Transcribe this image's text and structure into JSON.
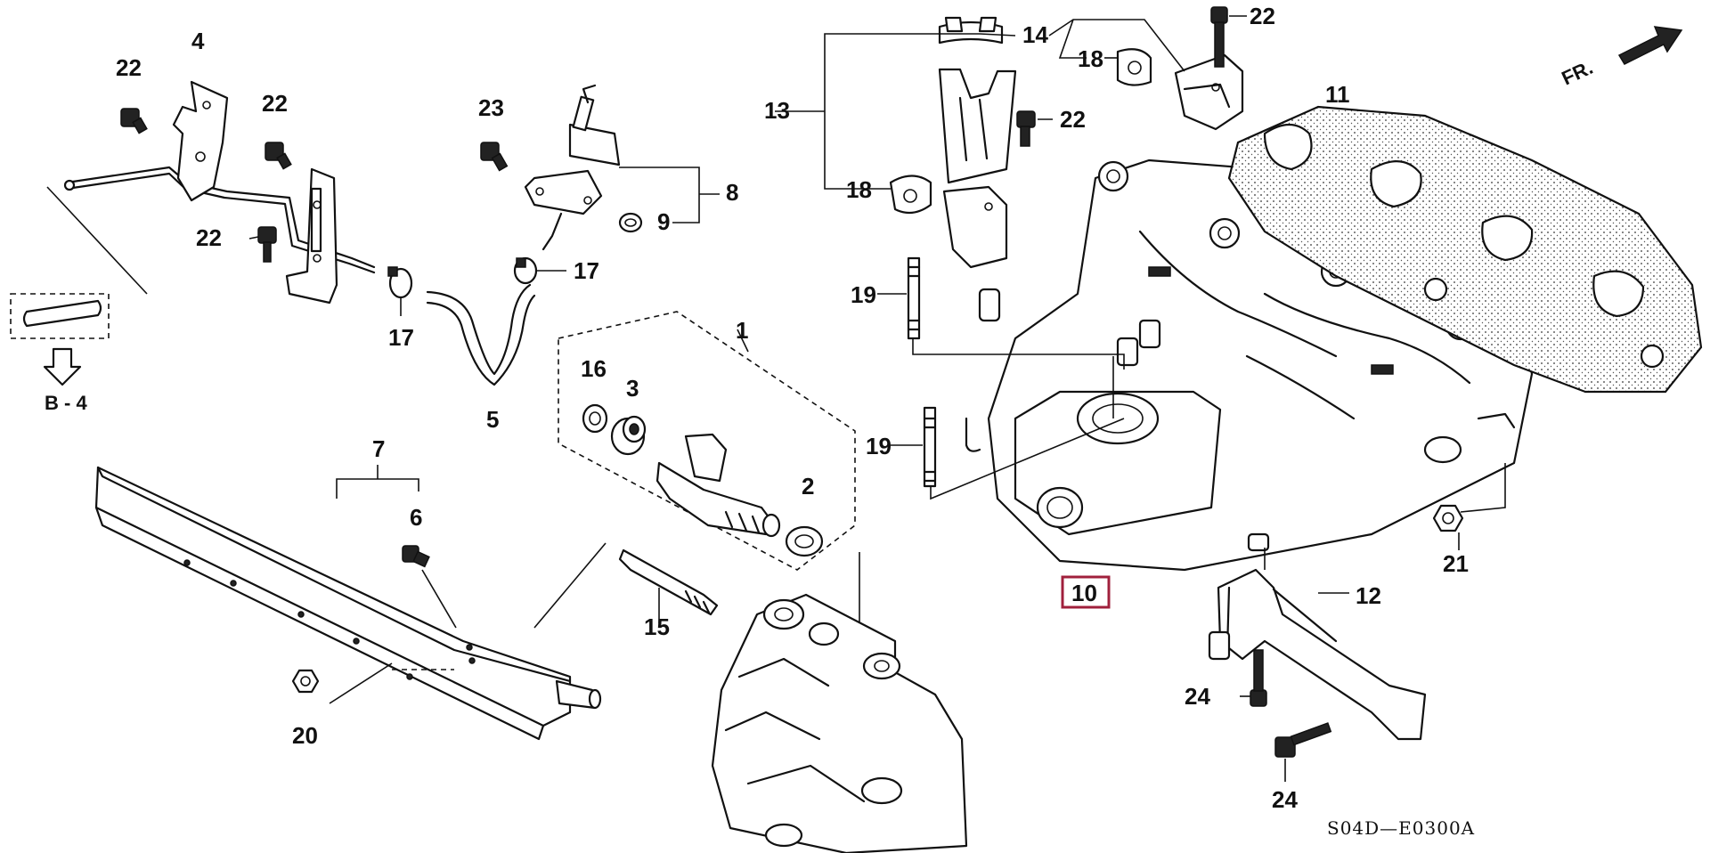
{
  "diagram": {
    "labels": {
      "n1": "1",
      "n2": "2",
      "n3": "3",
      "n4": "4",
      "n5": "5",
      "n6": "6",
      "n7": "7",
      "n8": "8",
      "n9": "9",
      "n10": "10",
      "n11": "11",
      "n12": "12",
      "n13": "13",
      "n14": "14",
      "n15": "15",
      "n16": "16",
      "n17a": "17",
      "n17b": "17",
      "n18a": "18",
      "n18b": "18",
      "n19a": "19",
      "n19b": "19",
      "n20": "20",
      "n21": "21",
      "n22a": "22",
      "n22b": "22",
      "n22c": "22",
      "n22d": "22",
      "n22e": "22",
      "n23": "23",
      "n24a": "24",
      "n24b": "24"
    },
    "ref_label": "B - 4",
    "direction_label": "FR.",
    "code": "S04D—E0300A",
    "highlight_color": "#a0203c"
  }
}
